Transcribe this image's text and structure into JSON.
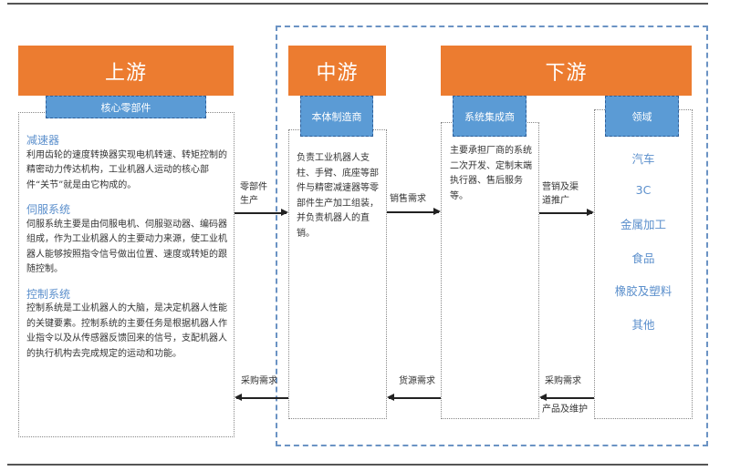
{
  "upstream": {
    "title": "上游",
    "tag": "核心零部件",
    "sections": [
      {
        "heading": "减速器",
        "text": "利用齿轮的速度转换器实现电机转速、转矩控制的精密动力传达机构，工业机器人运动的核心部件“关节”就是由它构成的。"
      },
      {
        "heading": "伺服系统",
        "text": "伺服系统主要是由伺服电机、伺服驱动器、编码器组成，作为工业机器人的主要动力来源，使工业机器人能够按照指令信号做出位置、速度或转矩的跟随控制。"
      },
      {
        "heading": "控制系统",
        "text": "控制系统是工业机器人的大脑，是决定机器人性能的关键要素。控制系统的主要任务是根据机器人作业指令以及从传感器反馈回来的信号，支配机器人的执行机构去完成规定的运动和功能。"
      }
    ]
  },
  "midstream": {
    "title": "中游",
    "tag": "本体制造商",
    "text": "负责工业机器人支柱、手臂、底座等部件与精密减速器等零部件生产加工组装，并负责机器人的直销。"
  },
  "downstream": {
    "title": "下游",
    "integrator": {
      "tag": "系统集成商",
      "text": "主要承担厂商的系统二次开发、定制末端执行器、售后服务等。"
    },
    "fields": {
      "tag": "领域",
      "items": [
        "汽车",
        "3C",
        "金属加工",
        "食品",
        "橡胶及塑料",
        "其他"
      ]
    }
  },
  "flows": {
    "parts_production": "零部件生产",
    "sales_demand": "销售需求",
    "marketing_channel": "营销及渠道推广",
    "purchase_demand_1": "采购需求",
    "supply_demand": "货源需求",
    "purchase_demand_2": "采购需求",
    "product_maintenance": "产品及维护"
  },
  "colors": {
    "stage": "#ec7c30",
    "tag": "#5b9bd5",
    "accent_text": "#5b8fcc",
    "dashed": "#6b93c4"
  }
}
